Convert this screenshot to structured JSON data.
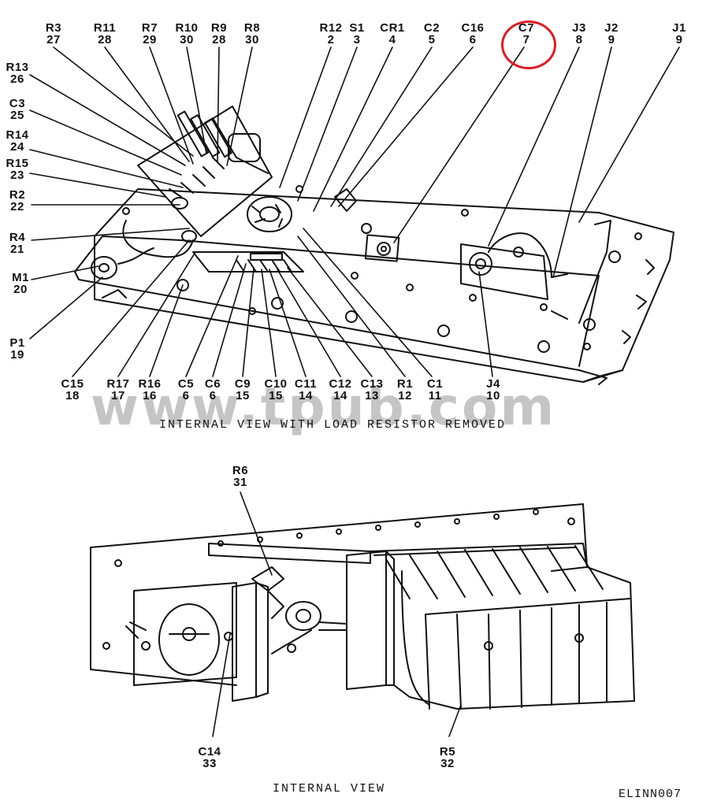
{
  "top_labels": [
    {
      "ref": "R3",
      "num": "27"
    },
    {
      "ref": "R11",
      "num": "28"
    },
    {
      "ref": "R7",
      "num": "29"
    },
    {
      "ref": "R10",
      "num": "30"
    },
    {
      "ref": "R9",
      "num": "28"
    },
    {
      "ref": "R8",
      "num": "30"
    },
    {
      "ref": "R12",
      "num": "2"
    },
    {
      "ref": "S1",
      "num": "3"
    },
    {
      "ref": "CR1",
      "num": "4"
    },
    {
      "ref": "C2",
      "num": "5"
    },
    {
      "ref": "C16",
      "num": "6"
    },
    {
      "ref": "C7",
      "num": "7"
    },
    {
      "ref": "J3",
      "num": "8"
    },
    {
      "ref": "J2",
      "num": "9"
    },
    {
      "ref": "J1",
      "num": "9"
    }
  ],
  "left_labels": [
    {
      "ref": "R13",
      "num": "26"
    },
    {
      "ref": "C3",
      "num": "25"
    },
    {
      "ref": "R14",
      "num": "24"
    },
    {
      "ref": "R15",
      "num": "23"
    },
    {
      "ref": "R2",
      "num": "22"
    },
    {
      "ref": "R4",
      "num": "21"
    },
    {
      "ref": "M1",
      "num": "20"
    },
    {
      "ref": "P1",
      "num": "19"
    }
  ],
  "bottom_labels": [
    {
      "ref": "C15",
      "num": "18"
    },
    {
      "ref": "R17",
      "num": "17"
    },
    {
      "ref": "R16",
      "num": "16"
    },
    {
      "ref": "C5",
      "num": "6"
    },
    {
      "ref": "C6",
      "num": "6"
    },
    {
      "ref": "C9",
      "num": "15"
    },
    {
      "ref": "C10",
      "num": "15"
    },
    {
      "ref": "C11",
      "num": "14"
    },
    {
      "ref": "C12",
      "num": "14"
    },
    {
      "ref": "C13",
      "num": "13"
    },
    {
      "ref": "R1",
      "num": "12"
    },
    {
      "ref": "C1",
      "num": "11"
    },
    {
      "ref": "J4",
      "num": "10"
    }
  ],
  "lower_labels": [
    {
      "ref": "R6",
      "num": "31"
    },
    {
      "ref": "C14",
      "num": "33"
    },
    {
      "ref": "R5",
      "num": "32"
    }
  ],
  "captions": {
    "top": "INTERNAL VIEW WITH LOAD RESISTOR REMOVED",
    "bottom": "INTERNAL VIEW",
    "figure_id": "ELINN007"
  },
  "watermark": "www.tpub.com",
  "highlight_color": "#e11b22"
}
